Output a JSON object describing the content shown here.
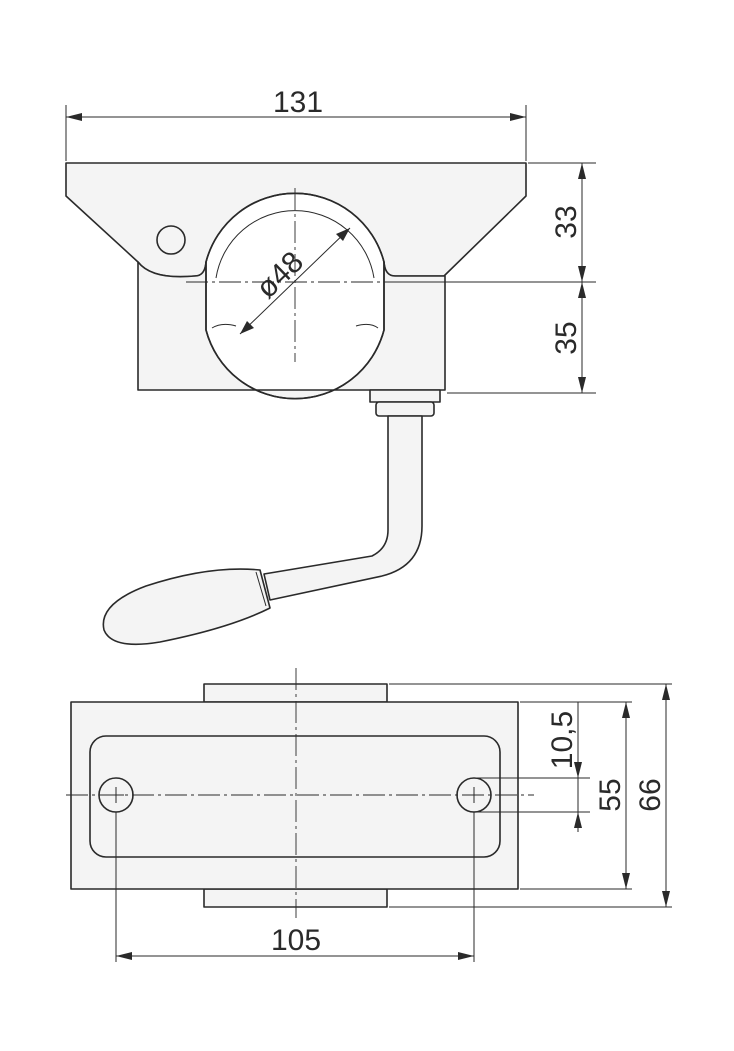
{
  "drawing": {
    "labels": {
      "overall_width": "131",
      "upper_height": "33",
      "lower_height": "35",
      "bore_diameter": "ø48",
      "slot_offset": "10,5",
      "slot_length": "55",
      "overall_depth": "66",
      "hole_spacing": "105"
    }
  }
}
